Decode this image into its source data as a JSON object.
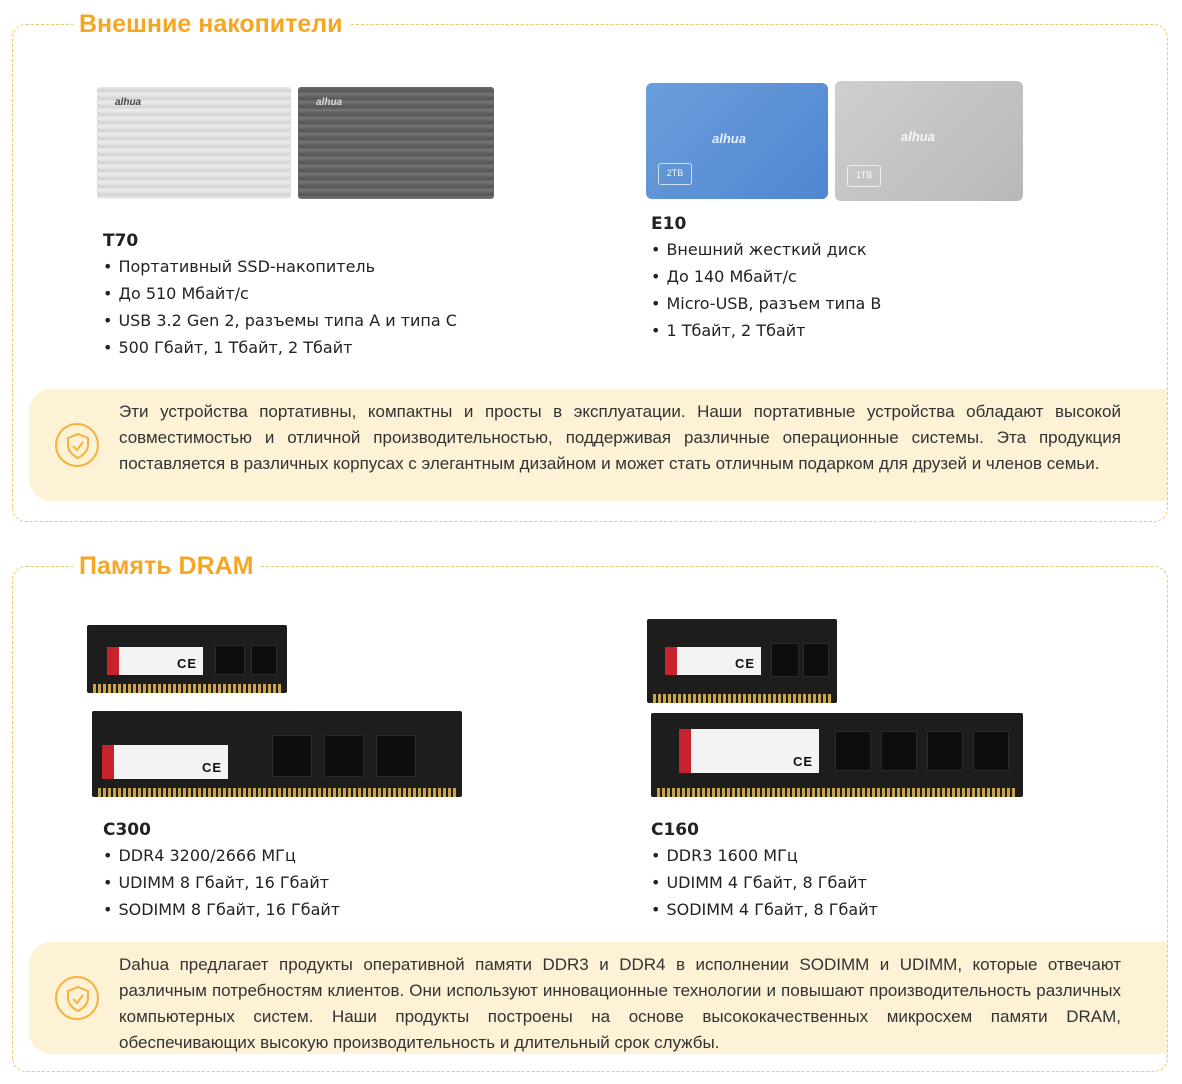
{
  "external": {
    "title": "Внешние накопители",
    "products": [
      {
        "name": "T70",
        "features": [
          "Портативный SSD-накопитель",
          "До 510 Мбайт/с",
          "USB 3.2 Gen 2, разъемы типа A и типа C",
          "500 Гбайт, 1 Тбайт, 2 Тбайт"
        ],
        "images": [
          {
            "color": "#d9d9d9",
            "logo": "alhua"
          },
          {
            "color": "#666666",
            "logo": "alhua"
          }
        ]
      },
      {
        "name": "E10",
        "features": [
          "Внешний жесткий диск",
          "До 140 Мбайт/с",
          "Micro-USB, разъем типа B",
          "1 Тбайт, 2 Тбайт"
        ],
        "images": [
          {
            "color": "#5b90d6",
            "logo": "alhua",
            "capacity": "2TB"
          },
          {
            "color": "#c4c4c4",
            "logo": "alhua",
            "capacity": "1TB"
          }
        ]
      }
    ],
    "info": "Эти устройства портативны, компактны и просты в эксплуатации. Наши портативные устройства обладают высокой совместимостью и отличной производительностью, поддерживая различные операционные системы. Эта продукция поставляется в различных корпусах с элегантным дизайном и может стать отличным подарком для друзей и членов семьи."
  },
  "dram": {
    "title": "Память DRAM",
    "products": [
      {
        "name": "C300",
        "features": [
          "DDR4 3200/2666 МГц",
          "UDIMM 8 Гбайт, 16 Гбайт",
          "SODIMM 8 Гбайт, 16 Гбайт"
        ]
      },
      {
        "name": "C160",
        "features": [
          "DDR3 1600 МГц",
          "UDIMM 4 Гбайт, 8 Гбайт",
          "SODIMM 4 Гбайт, 8 Гбайт"
        ]
      }
    ],
    "info": "Dahua предлагает продукты оперативной памяти DDR3 и DDR4 в исполнении SODIMM и UDIMM, которые отвечают различным потребностям клиентов. Они используют инновационные технологии и повышают производительность различных компьютерных систем. Наши продукты построены на основе высококачественных микросхем памяти DRAM, обеспечивающих высокую производительность и длительный срок службы."
  },
  "colors": {
    "accent": "#f5a623",
    "border": "#f2c56b",
    "info_bg": "#fdf1d6",
    "ram_label_red": "#c8222c"
  },
  "icons": {
    "info": "shield-check-icon"
  }
}
